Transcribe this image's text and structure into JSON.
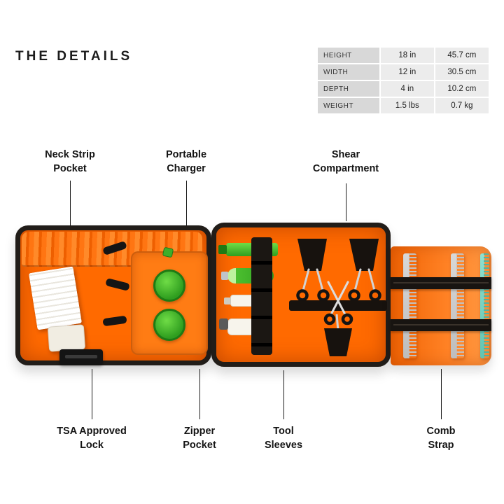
{
  "title": "THE DETAILS",
  "spec_table": {
    "rows": [
      {
        "label": "HEIGHT",
        "imperial": "18 in",
        "metric": "45.7 cm"
      },
      {
        "label": "WIDTH",
        "imperial": "12 in",
        "metric": "30.5 cm"
      },
      {
        "label": "DEPTH",
        "imperial": "4 in",
        "metric": "10.2 cm"
      },
      {
        "label": "WEIGHT",
        "imperial": "1.5 lbs",
        "metric": "0.7 kg"
      }
    ]
  },
  "callouts": {
    "top": [
      {
        "label": "Neck Strip\nPocket"
      },
      {
        "label": "Portable\nCharger"
      },
      {
        "label": "Shear\nCompartment"
      }
    ],
    "bottom": [
      {
        "label": "TSA Approved\nLock"
      },
      {
        "label": "Zipper\nPocket"
      },
      {
        "label": "Tool\nSleeves"
      },
      {
        "label": "Comb\nStrap"
      }
    ]
  },
  "colors": {
    "case_interior_orange": "#ff6a00",
    "flap_orange": "#ff8124",
    "case_trim_black": "#211d19",
    "accent_green": "#3fae2a",
    "table_label_gray": "#d8d8d8",
    "table_value_gray": "#ececec",
    "text_dark": "#1a1a1a"
  }
}
